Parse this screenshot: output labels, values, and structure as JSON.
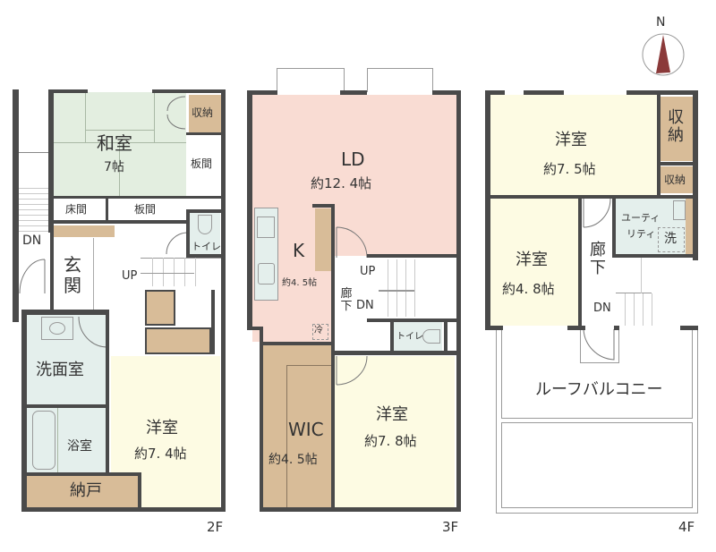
{
  "colors": {
    "wall": "#4a4a4a",
    "washitsu": "#e3eee0",
    "ld": "#f9dcd3",
    "youshitsu": "#fdfbe3",
    "storage": "#d8bc98",
    "wet": "#e4efec",
    "compass_arrow": "#8b3a3a"
  },
  "compass": {
    "label": "N"
  },
  "floors": [
    {
      "label": "2F",
      "rooms": {
        "washitsu": {
          "name": "和室",
          "size": "7帖"
        },
        "shuno": {
          "name": "収納"
        },
        "itama_right": {
          "name": "板間"
        },
        "tokonoma": {
          "name": "床間"
        },
        "itama_bottom": {
          "name": "板間"
        },
        "toilet": {
          "name": "トイレ"
        },
        "genkan": {
          "name": "玄関"
        },
        "stairs_dn": {
          "name": "DN"
        },
        "stairs_up": {
          "name": "UP"
        },
        "senmen": {
          "name": "洗面室"
        },
        "yokushitsu": {
          "name": "浴室"
        },
        "youshitsu": {
          "name": "洋室",
          "size": "約7. 4帖"
        },
        "nando": {
          "name": "納戸"
        }
      }
    },
    {
      "label": "3F",
      "rooms": {
        "ld": {
          "name": "LD",
          "size": "約12. 4帖"
        },
        "kitchen": {
          "name": "K",
          "size": "約4. 5帖"
        },
        "fridge": {
          "name": "冷"
        },
        "rouka": {
          "name": "廊下"
        },
        "stairs_up": {
          "name": "UP"
        },
        "stairs_dn": {
          "name": "DN"
        },
        "toilet": {
          "name": "トイレ"
        },
        "wic": {
          "name": "WIC",
          "size": "約4. 5帖"
        },
        "youshitsu": {
          "name": "洋室",
          "size": "約7. 8帖"
        }
      }
    },
    {
      "label": "4F",
      "rooms": {
        "youshitsu_a": {
          "name": "洋室",
          "size": "約7. 5帖"
        },
        "shuno_a": {
          "name": "収納"
        },
        "shuno_b": {
          "name": "収納"
        },
        "utility": {
          "name": "ユーティリティ",
          "line1": "ユーティ",
          "line2": "リティ"
        },
        "washer": {
          "name": "洗"
        },
        "youshitsu_b": {
          "name": "洋室",
          "size": "約4. 8帖"
        },
        "rouka": {
          "name": "廊下"
        },
        "stairs_dn": {
          "name": "DN"
        },
        "roof_balcony": {
          "name": "ルーフバルコニー"
        }
      }
    }
  ]
}
